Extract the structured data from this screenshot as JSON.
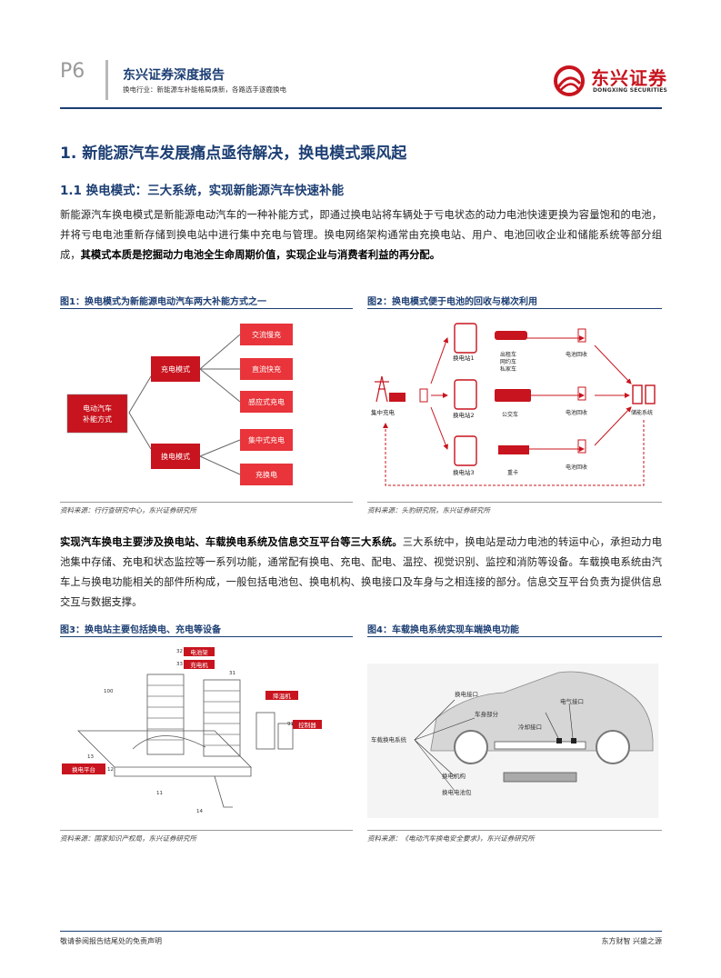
{
  "header": {
    "page": "P6",
    "title": "东兴证券深度报告",
    "subtitle": "换电行业：新能源车补能格局焕新，各路选手逐鹿换电",
    "logo_cn": "东兴证券",
    "logo_en": "DONGXING SECURITIES"
  },
  "section": {
    "h1": "1. 新能源汽车发展痛点亟待解决，换电模式乘风起",
    "h2": "1.1 换电模式：三大系统，实现新能源汽车快速补能",
    "para1_normal": "新能源汽车换电模式是新能源电动汽车的一种补能方式，即通过换电站将车辆处于亏电状态的动力电池快速更换为容量饱和的电池，并将亏电电池重新存储到换电站中进行集中充电与管理。换电网络架构通常由充换电站、用户、电池回收企业和储能系统等部分组成，",
    "para1_bold": "其模式本质是挖掘动力电池全生命周期价值，实现企业与消费者利益的再分配。",
    "para2_bold": "实现汽车换电主要涉及换电站、车载换电系统及信息交互平台等三大系统。",
    "para2_normal": "三大系统中，换电站是动力电池的转运中心，承担动力电池集中存储、充电和状态监控等一系列功能，通常配有换电、充电、配电、温控、视觉识别、监控和消防等设备。车载换电系统由汽车上与换电功能相关的部件所构成，一般包括电池包、换电机构、换电接口及车身与之相连接的部分。信息交互平台负责为提供信息交互与数据支撑。"
  },
  "fig1": {
    "title": "图1：换电模式为新能源电动汽车两大补能方式之一",
    "root": "电动汽车补能方式",
    "branch1": "充电模式",
    "branch2": "换电模式",
    "leaves1": [
      "交流慢充",
      "直流快充",
      "感应式充电"
    ],
    "leaves2": [
      "集中式充电",
      "充换电"
    ],
    "source": "资料来源：行行查研究中心，东兴证券研究所"
  },
  "fig2": {
    "title": "图2：换电模式便于电池的回收与梯次利用",
    "center": "集中充电",
    "stations": [
      "换电站1",
      "换电站2",
      "换电站3"
    ],
    "vehicles": [
      "出租车",
      "网约车",
      "私家车",
      "公交车",
      "重卡"
    ],
    "recycle": "电池回收",
    "storage": "储能系统",
    "source": "资料来源：头豹研究院，东兴证券研究所"
  },
  "fig3": {
    "title": "图3：换电站主要包括换电、充电等设备",
    "labels": [
      "电池架",
      "充电机",
      "降温机",
      "控制器",
      "换电平台"
    ],
    "numbers": [
      "32",
      "33",
      "31",
      "100",
      "91",
      "13",
      "12",
      "11",
      "14"
    ],
    "source": "资料来源：国家知识产权局，东兴证券研究所"
  },
  "fig4": {
    "title": "图4：车载换电系统实现车端换电功能",
    "system_label": "车载换电系统",
    "parts": [
      "换电接口",
      "车身部分",
      "电气接口",
      "冷却接口",
      "换电机构",
      "换电电池包"
    ],
    "source": "资料来源：《电动汽车换电安全要求》，东兴证券研究所"
  },
  "footer": {
    "left": "敬请参阅报告结尾处的免责声明",
    "right": "东方财智 兴盛之源"
  },
  "colors": {
    "navy": "#1c3e73",
    "red": "#c8141e",
    "pink": "#e8343a"
  }
}
